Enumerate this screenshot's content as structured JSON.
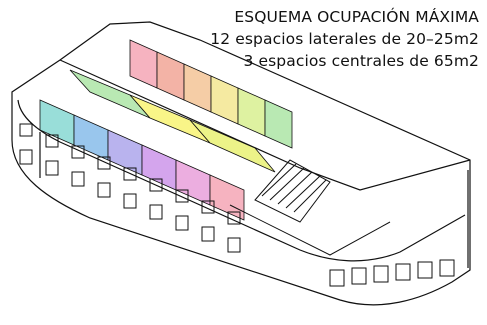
{
  "title": {
    "line1": "ESQUEMA OCUPACIÓN MÁXIMA",
    "line2": "12 espacios laterales de 20–25m2",
    "line3": "3 espacios centrales de 65m2"
  },
  "colors": {
    "line": "#111111",
    "background": "#ffffff",
    "zone_palette": [
      "#7fd6d0",
      "#7fb8e8",
      "#a7a0ea",
      "#c98ee8",
      "#e79ad8",
      "#f4a0b0",
      "#f0a090",
      "#f2c090",
      "#f2e58a",
      "#d6ef8a",
      "#a8e3a0",
      "#f7f36a",
      "#e7f06a",
      "#f2c9a0",
      "#e06aa8"
    ]
  }
}
